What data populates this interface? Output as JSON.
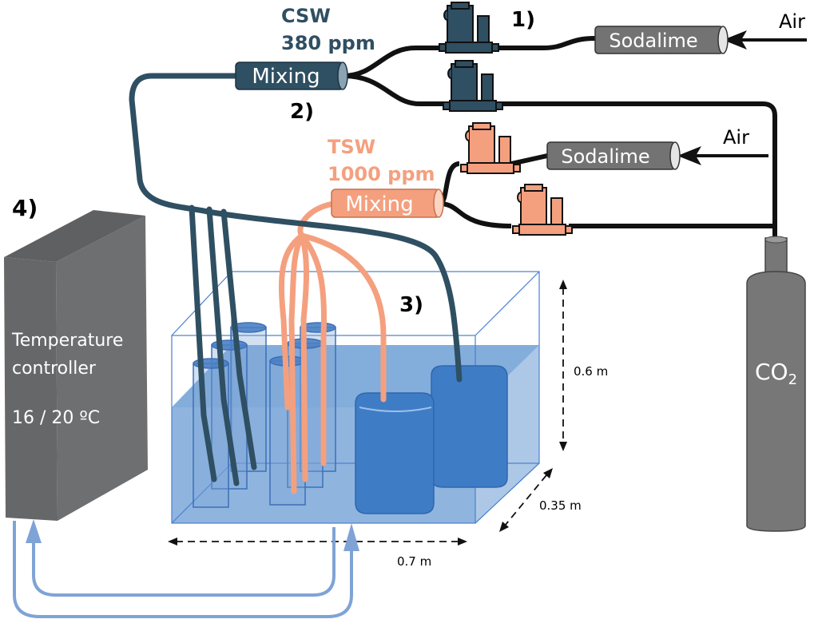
{
  "csw": {
    "name": "CSW",
    "ppm": "380 ppm",
    "mixer": "Mixing",
    "color": "#2f4f62"
  },
  "tsw": {
    "name": "TSW",
    "ppm": "1000 ppm",
    "mixer": "Mixing",
    "color": "#f4a07f"
  },
  "labels": {
    "one": "1)",
    "two": "2)",
    "three": "3)",
    "four": "4)"
  },
  "sodalime": [
    "Sodalime",
    "Sodalime"
  ],
  "air": [
    "Air",
    "Air"
  ],
  "co2": {
    "main": "CO",
    "sub": "2"
  },
  "controller": {
    "line1": "Temperature",
    "line2": "controller",
    "temp": "16 / 20 ºC"
  },
  "dimensions": {
    "height": "0.6 m",
    "depth": "0.35 m",
    "width": "0.7 m"
  },
  "colors": {
    "tube": "#111111",
    "gray": "#6b6b6b",
    "water": "#4a86c8",
    "circulation": "#7fa3d6"
  }
}
